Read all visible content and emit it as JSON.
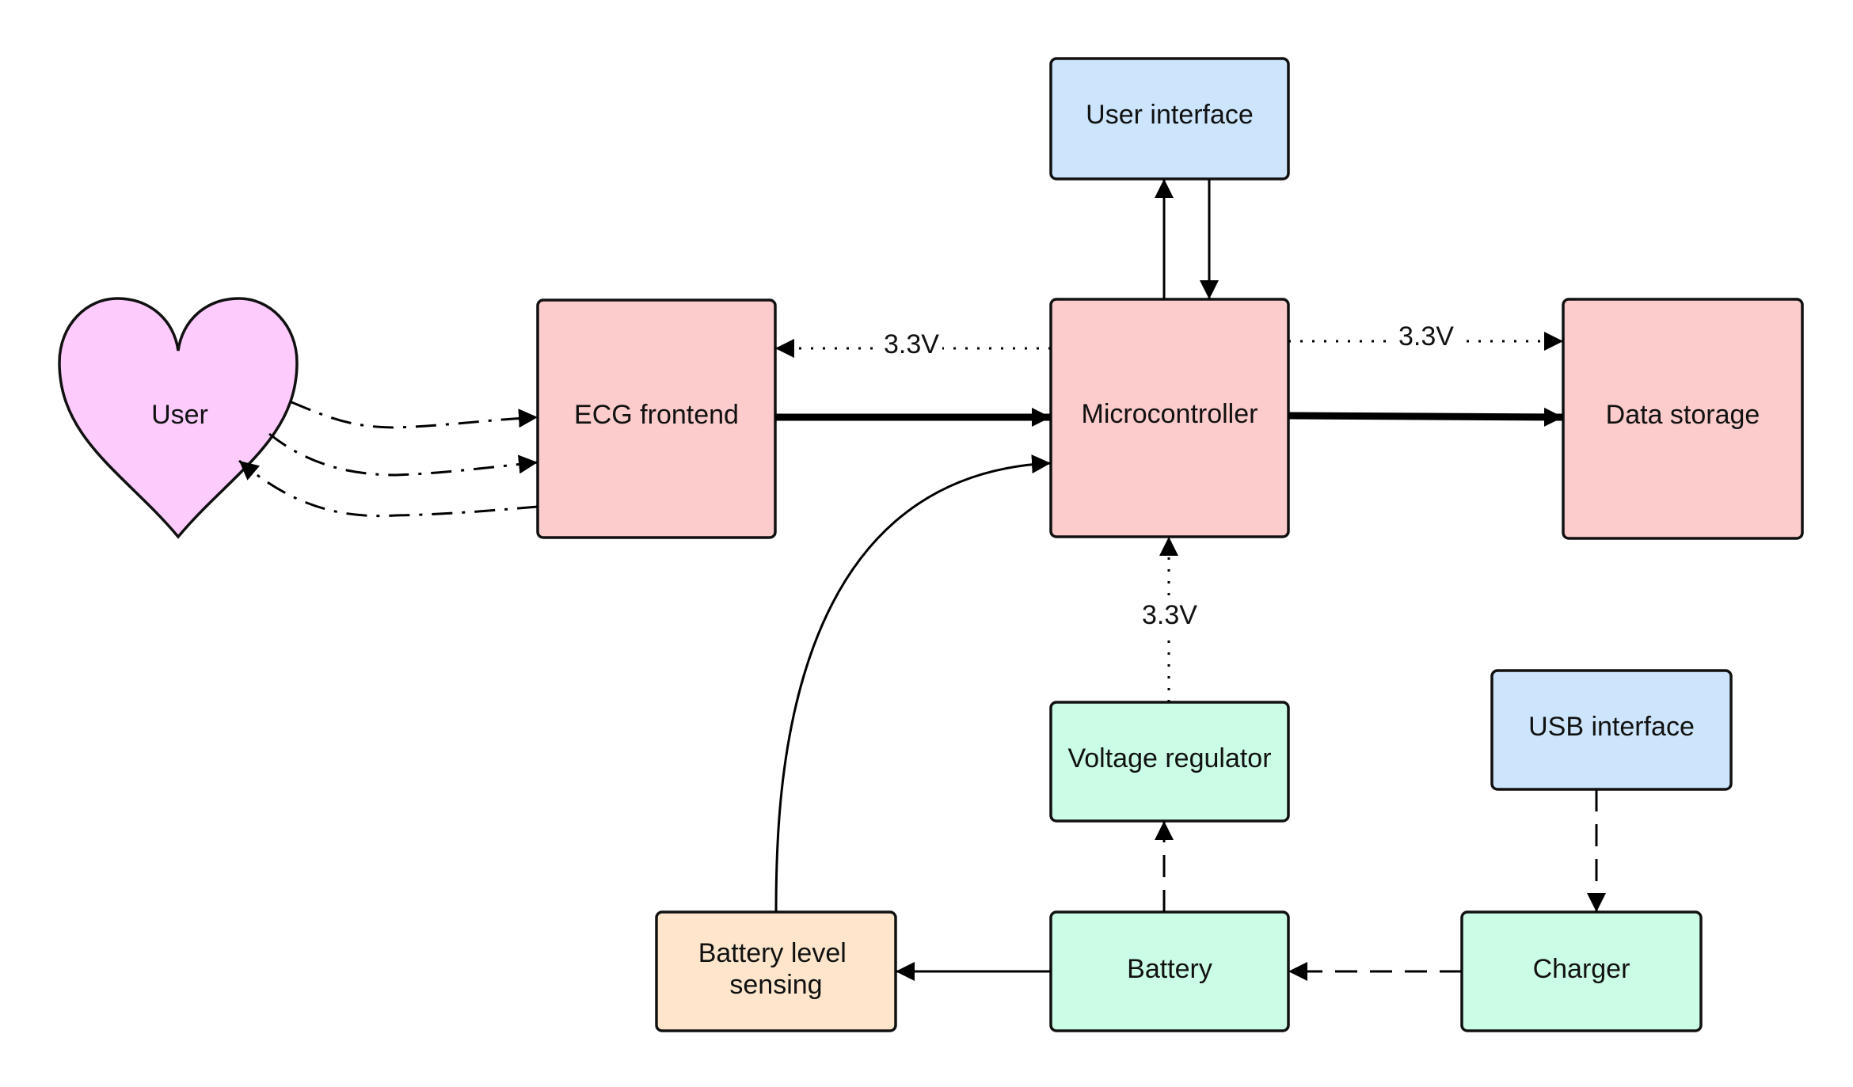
{
  "diagram": {
    "colors": {
      "core": "#fccbcb",
      "interface": "#cce5fc",
      "power": "#cbfce6",
      "sensing": "#fee5cc",
      "user": "#fdccfd",
      "stroke": "#111111"
    },
    "nodes": {
      "user": "User",
      "ecg_frontend": "ECG frontend",
      "microcontroller": "Microcontroller",
      "user_interface": "User interface",
      "data_storage": "Data storage",
      "voltage_regulator": "Voltage regulator",
      "usb_interface": "USB interface",
      "battery_level_sensing": [
        "Battery level",
        "sensing"
      ],
      "battery": "Battery",
      "charger": "Charger"
    },
    "edge_labels": {
      "mcu_to_ecg": "3.3V",
      "mcu_to_storage": "3.3V",
      "regulator_to_mcu": "3.3V"
    }
  }
}
